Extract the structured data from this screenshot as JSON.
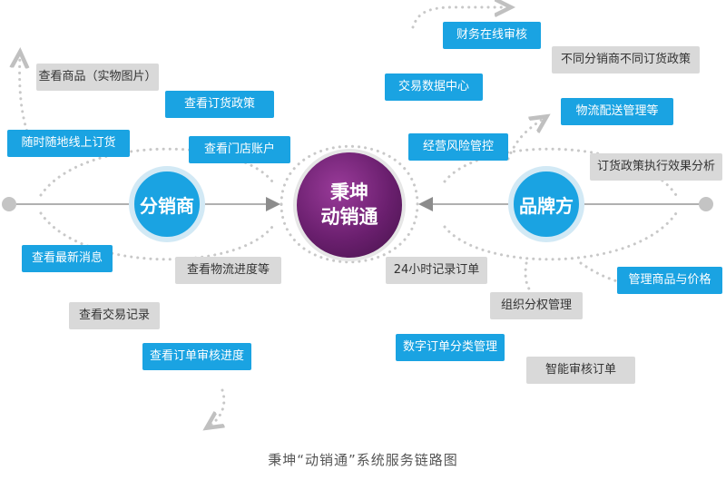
{
  "hubs": {
    "distributor": "分销商",
    "brand": "品牌方",
    "center_line1": "秉坤",
    "center_line2": "动销通"
  },
  "left_tags": {
    "view_products": "查看商品（实物图片）",
    "view_order_policy": "查看订货政策",
    "order_anytime": "随时随地线上订货",
    "view_store_account": "查看门店账户",
    "view_latest_news": "查看最新消息",
    "view_logistics": "查看物流进度等",
    "view_transactions": "查看交易记录",
    "view_order_review": "查看订单审核进度"
  },
  "right_tags": {
    "finance_review": "财务在线审核",
    "diff_policy": "不同分销商不同订货政策",
    "trade_data_center": "交易数据中心",
    "logistics_mgmt": "物流配送管理等",
    "risk_control": "经营风险管控",
    "policy_analysis": "订货政策执行效果分析",
    "order_24h": "24小时记录订单",
    "manage_products": "管理商品与价格",
    "org_permissions": "组织分权管理",
    "order_classification": "数字订单分类管理",
    "smart_review": "智能审核订单"
  },
  "caption": "秉坤“动销通”系统服务链路图",
  "colors": {
    "blue": "#1aa3e2",
    "gray": "#d9d9d9",
    "center_purple": "#6a1f6e",
    "dots": "#c8c8c8",
    "line": "#a0a0a0"
  }
}
